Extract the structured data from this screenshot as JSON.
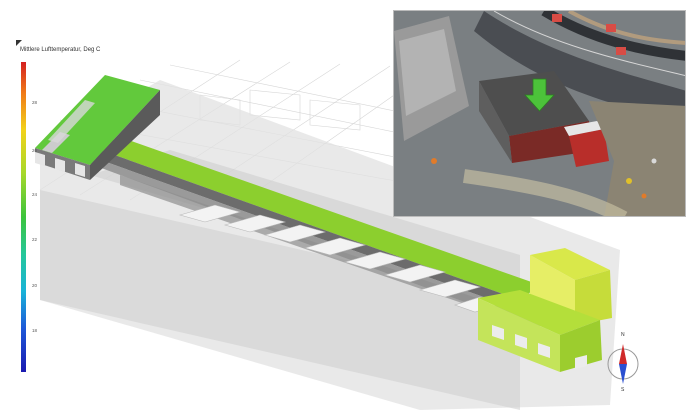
{
  "legend": {
    "title": "Mittlere Lufttemperatur, Deg C",
    "ticks": [
      "28",
      "26",
      "24",
      "22",
      "20",
      "18"
    ],
    "colors": [
      "#d42020",
      "#f07a18",
      "#f2d21a",
      "#a6d82a",
      "#3cc43c",
      "#19b3d8",
      "#1a1ab0"
    ]
  },
  "compass": {
    "north": "N",
    "south": "S"
  },
  "photo": {
    "marker_color": "#4cc23a"
  }
}
